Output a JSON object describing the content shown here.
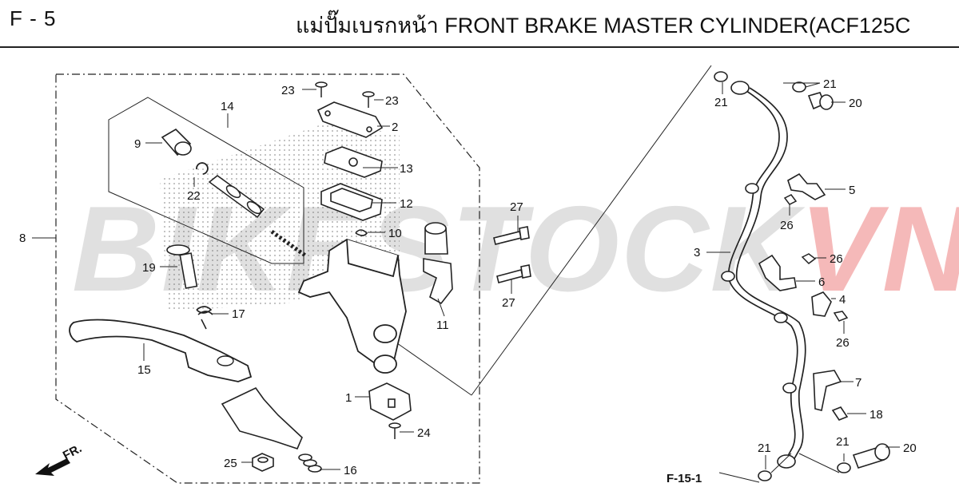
{
  "header": {
    "code": "F - 5",
    "title": "แม่ปั๊มเบรกหน้า  FRONT BRAKE MASTER CYLINDER(ACF125C"
  },
  "watermark": {
    "part_a": "BIKESTOCK",
    "part_b": "VN",
    "color_a": "#d6d6d6",
    "color_b": "#f2a2a2"
  },
  "direction_label": "FR.",
  "reference_label": "F-15-1",
  "callouts": {
    "c1": "1",
    "c2": "2",
    "c3": "3",
    "c4": "4",
    "c5": "5",
    "c6": "6",
    "c7": "7",
    "c8": "8",
    "c9": "9",
    "c10": "10",
    "c11": "11",
    "c12": "12",
    "c13": "13",
    "c14": "14",
    "c15": "15",
    "c16": "16",
    "c17": "17",
    "c18": "18",
    "c19": "19",
    "c20a": "20",
    "c20b": "20",
    "c21a": "21",
    "c21b": "21",
    "c21c": "21",
    "c21d": "21",
    "c22": "22",
    "c23a": "23",
    "c23b": "23",
    "c24": "24",
    "c25": "25",
    "c26a": "26",
    "c26b": "26",
    "c26c": "26",
    "c27a": "27",
    "c27b": "27"
  }
}
